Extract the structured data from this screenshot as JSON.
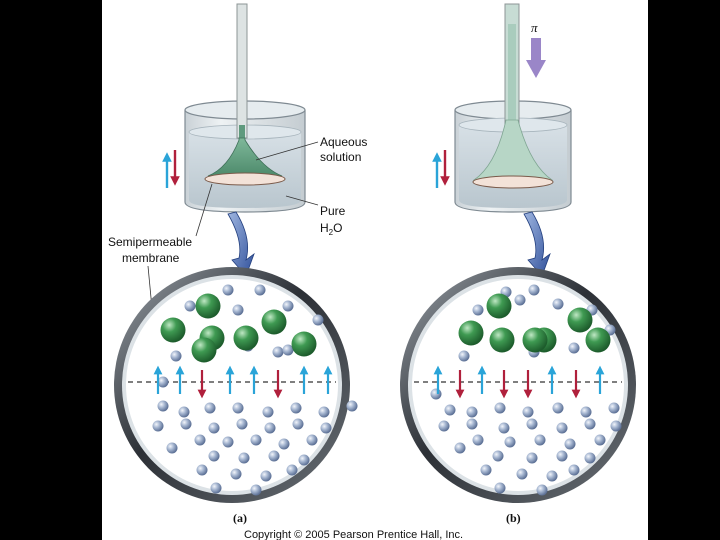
{
  "labels": {
    "aqueous": [
      "Aqueous",
      "solution"
    ],
    "pure": "Pure",
    "h2o": "H",
    "h2o_sub": "2",
    "h2o_tail": "O",
    "membrane": [
      "Semipermeable",
      "membrane"
    ],
    "pi": "π",
    "panel_a": "(a)",
    "panel_b": "(b)",
    "copyright": "Copyright © 2005 Pearson Prentice Hall, Inc."
  },
  "colors": {
    "water_molecule": "#8fa4c4",
    "solute_molecule": "#3f9a52",
    "flow_up": "#2aa4d8",
    "flow_down": "#b0203c",
    "pressure_arrow": "#9a86c8",
    "solution": "#cfd8de",
    "funnel": "#5f9a7e"
  },
  "icons": [
    "flow-direction-arrows",
    "pressure-arrow",
    "zoom-arrow"
  ]
}
